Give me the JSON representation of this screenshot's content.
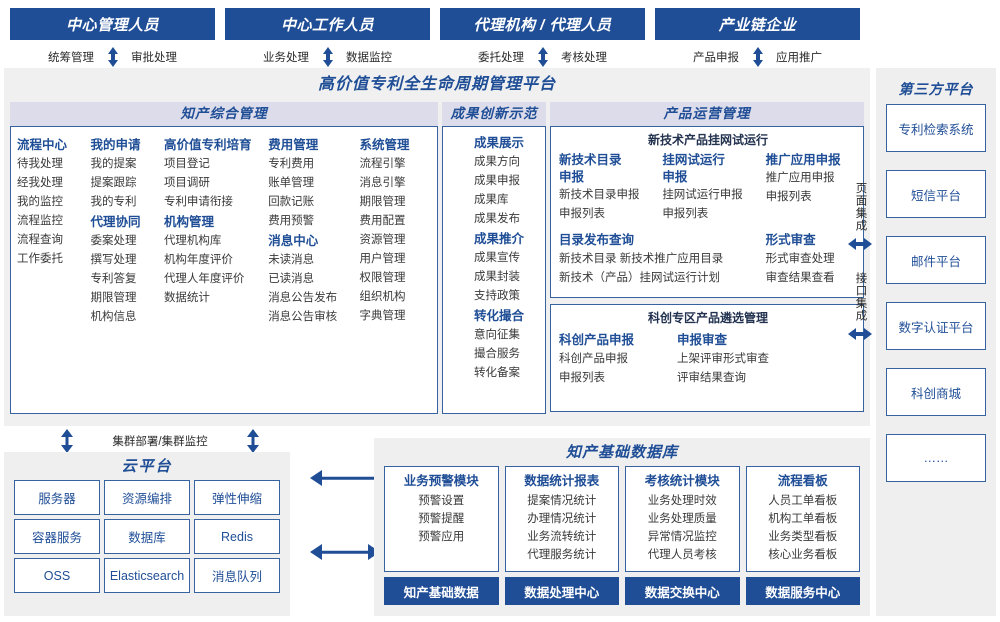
{
  "roles": [
    {
      "title": "中心管理人员",
      "left": "统筹管理",
      "right": "审批处理"
    },
    {
      "title": "中心工作人员",
      "left": "业务处理",
      "right": "数据监控"
    },
    {
      "title": "代理机构 / 代理人员",
      "left": "委托处理",
      "right": "考核处理"
    },
    {
      "title": "产业链企业",
      "left": "产品申报",
      "right": "应用推广"
    }
  ],
  "platform": {
    "title": "高价值专利全生命周期管理平台",
    "groups": {
      "comprehensive": {
        "header": "知产综合管理",
        "columns": [
          {
            "blocks": [
              {
                "cat": "流程中心",
                "items": [
                  "待我处理",
                  "经我处理",
                  "我的监控",
                  "流程监控",
                  "流程查询",
                  "工作委托"
                ]
              }
            ]
          },
          {
            "blocks": [
              {
                "cat": "我的申请",
                "items": [
                  "我的提案",
                  "提案跟踪",
                  "我的专利"
                ]
              },
              {
                "cat": "代理协同",
                "items": [
                  "委案处理",
                  "撰写处理",
                  "专利答复",
                  "期限管理",
                  "机构信息"
                ]
              }
            ]
          },
          {
            "blocks": [
              {
                "cat": "高价值专利培育",
                "items": [
                  "项目登记",
                  "项目调研",
                  "专利申请衔接"
                ]
              },
              {
                "cat": "机构管理",
                "items": [
                  "代理机构库",
                  "机构年度评价",
                  "代理人年度评价",
                  "数据统计"
                ]
              }
            ]
          },
          {
            "blocks": [
              {
                "cat": "费用管理",
                "items": [
                  "专利费用",
                  "账单管理",
                  "回款记账",
                  "费用预警"
                ]
              },
              {
                "cat": "消息中心",
                "items": [
                  "未读消息",
                  "已读消息",
                  "消息公告发布",
                  "消息公告审核"
                ]
              }
            ]
          },
          {
            "blocks": [
              {
                "cat": "系统管理",
                "items": [
                  "流程引擎",
                  "消息引擎",
                  "期限管理",
                  "费用配置",
                  "资源管理",
                  "用户管理",
                  "权限管理",
                  "组织机构",
                  "字典管理"
                ]
              }
            ]
          }
        ]
      },
      "achievement": {
        "header": "成果创新示范",
        "blocks": [
          {
            "cat": "成果展示",
            "items": [
              "成果方向",
              "成果申报",
              "成果库",
              "成果发布"
            ]
          },
          {
            "cat": "成果推介",
            "items": [
              "成果宣传",
              "成果封装",
              "支持政策"
            ]
          },
          {
            "cat": "转化撮合",
            "items": [
              "意向征集",
              "撮合服务",
              "转化备案"
            ]
          }
        ]
      },
      "product": {
        "header": "产品运营管理",
        "cards": [
          {
            "title": "新技术产品挂网试运行",
            "columns": [
              {
                "cat": "新技术目录申报",
                "items": [
                  "新技术目录申报",
                  "申报列表"
                ]
              },
              {
                "cat": "挂网试运行申报",
                "items": [
                  "挂网试运行申报",
                  "申报列表"
                ]
              },
              {
                "cat": "推广应用申报",
                "items": [
                  "推广应用申报",
                  "申报列表"
                ]
              }
            ],
            "row2": [
              {
                "cat": "目录发布查询",
                "items": [
                  "新技术目录    新技术推广应用目录",
                  "新技术（产品）挂网试运行计划"
                ]
              },
              {
                "cat": "形式审查",
                "items": [
                  "形式审查处理",
                  "审查结果查看"
                ]
              }
            ]
          },
          {
            "title": "科创专区产品遴选管理",
            "columns": [
              {
                "cat": "科创产品申报",
                "items": [
                  "科创产品申报",
                  "申报列表"
                ]
              },
              {
                "cat": "申报审查",
                "items": [
                  "上架评审形式审查",
                  "评审结果查询"
                ]
              }
            ]
          }
        ]
      }
    }
  },
  "integration": [
    {
      "label": "页面集成"
    },
    {
      "label": "接口集成"
    }
  ],
  "third_party": {
    "title": "第三方平台",
    "items": [
      "专利检索系统",
      "短信平台",
      "邮件平台",
      "数字认证平台",
      "科创商城",
      "……"
    ]
  },
  "cluster_label": "集群部署/集群监控",
  "cloud": {
    "title": "云平台",
    "cells": [
      "服务器",
      "资源编排",
      "弹性伸缩",
      "容器服务",
      "数据库",
      "Redis",
      "OSS",
      "Elasticsearch",
      "消息队列"
    ]
  },
  "database": {
    "title": "知产基础数据库",
    "columns": [
      {
        "header": "业务预警模块",
        "items": [
          "预警设置",
          "预警提醒",
          "预警应用"
        ],
        "footer": "知产基础数据"
      },
      {
        "header": "数据统计报表",
        "items": [
          "提案情况统计",
          "办理情况统计",
          "业务流转统计",
          "代理服务统计"
        ],
        "footer": "数据处理中心"
      },
      {
        "header": "考核统计模块",
        "items": [
          "业务处理时效",
          "业务处理质量",
          "异常情况监控",
          "代理人员考核"
        ],
        "footer": "数据交换中心"
      },
      {
        "header": "流程看板",
        "items": [
          "人员工单看板",
          "机构工单看板",
          "业务类型看板",
          "核心业务看板"
        ],
        "footer": "数据服务中心"
      }
    ]
  },
  "colors": {
    "brand_navy": "#1f4e96",
    "group_header_bg": "#dcdcea",
    "panel_bg": "#f0f0f0",
    "side_panel_bg": "#efefef",
    "border_blue": "#36629f"
  }
}
